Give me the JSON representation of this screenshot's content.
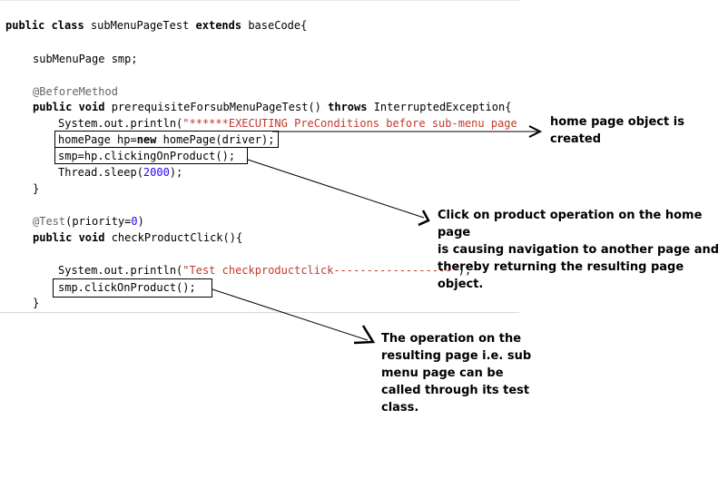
{
  "code": {
    "l1_a": "public class",
    "l1_b": " subMenuPageTest ",
    "l1_c": "extends",
    "l1_d": " baseCode{",
    "l2": "subMenuPage smp;",
    "l3": "@BeforeMethod",
    "l4_a": "public void",
    "l4_b": " prerequisiteForsubMenuPageTest() ",
    "l4_c": "throws",
    "l4_d": " InterruptedException{",
    "l5_a": "System.out.println(",
    "l5_b": "\"******EXECUTING PreConditions before sub-menu page",
    "l6_a": "homePage hp=",
    "l6_b": "new",
    "l6_c": " homePage(driver);",
    "l7": "smp=hp.clickingOnProduct();",
    "l8_a": "Thread.sleep(",
    "l8_b": "2000",
    "l8_c": ");",
    "l9": "}",
    "l10_a": "@Test",
    "l10_b": "(priority=",
    "l10_c": "0",
    "l10_d": ")",
    "l11_a": "public void",
    "l11_b": " checkProductClick(){",
    "l12_a": "System.out.println(",
    "l12_b": "\"Test checkproductclick------------------\"",
    "l12_c": ");",
    "l13": "smp.clickOnProduct();",
    "l14": "}"
  },
  "notes": {
    "note1": "home page object is\ncreated",
    "note2": "Click on product operation on the home page\nis causing navigation to another page and\nthereby returning the resulting page object.",
    "note3": "The operation on the\nresulting page i.e. sub\nmenu page can be\ncalled through its test\nclass."
  }
}
